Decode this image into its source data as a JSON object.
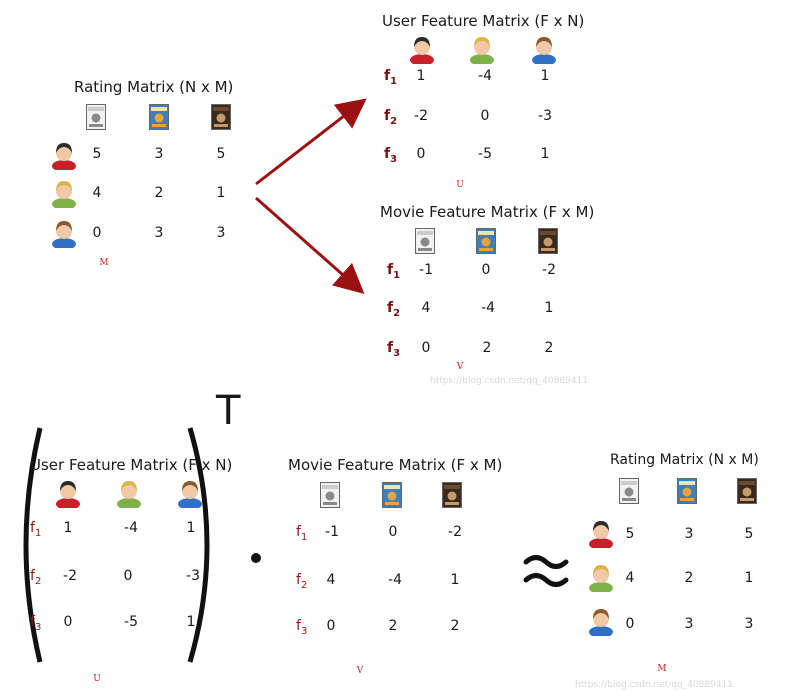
{
  "colors": {
    "arrow": "#9b1111",
    "flabel": "#7a1010",
    "tag": "#cc2222"
  },
  "users": [
    "user-female-icon",
    "user-blonde-icon",
    "user-male-icon"
  ],
  "movies": [
    "movie-poster-1-icon",
    "movie-poster-2-icon",
    "movie-poster-3-icon"
  ],
  "top": {
    "rating": {
      "title": "Rating Matrix (N x M)",
      "tag": "M",
      "rows": [
        [
          "5",
          "3",
          "5"
        ],
        [
          "4",
          "2",
          "1"
        ],
        [
          "0",
          "3",
          "3"
        ]
      ]
    },
    "user_features": {
      "title": "User Feature Matrix (F x N)",
      "tag": "U",
      "rows": [
        [
          "1",
          "-4",
          "1"
        ],
        [
          "-2",
          "0",
          "-3"
        ],
        [
          "0",
          "-5",
          "1"
        ]
      ]
    },
    "movie_features": {
      "title": "Movie Feature Matrix (F x M)",
      "tag": "V",
      "rows": [
        [
          "-1",
          "0",
          "-2"
        ],
        [
          "4",
          "-4",
          "1"
        ],
        [
          "0",
          "2",
          "2"
        ]
      ]
    }
  },
  "bottom": {
    "user_features": {
      "title": "User Feature Matrix (F x N)",
      "tag": "U",
      "transpose": "T",
      "rows": [
        [
          "1",
          "-4",
          "1"
        ],
        [
          "-2",
          "0",
          "-3"
        ],
        [
          "0",
          "-5",
          "1"
        ]
      ]
    },
    "dot": "•",
    "movie_features": {
      "title": "Movie Feature Matrix (F x M)",
      "tag": "V",
      "rows": [
        [
          "-1",
          "0",
          "-2"
        ],
        [
          "4",
          "-4",
          "1"
        ],
        [
          "0",
          "2",
          "2"
        ]
      ]
    },
    "approx": "≈",
    "rating": {
      "title": "Rating Matrix (N x M)",
      "tag": "M",
      "rows": [
        [
          "5",
          "3",
          "5"
        ],
        [
          "4",
          "2",
          "1"
        ],
        [
          "0",
          "3",
          "3"
        ]
      ]
    }
  },
  "feature_labels": [
    "f",
    "f",
    "f"
  ],
  "feature_subscripts": [
    "1",
    "2",
    "3"
  ],
  "watermarks": [
    "https://blog.csdn.net/qq_40889411",
    "https://blog.csdn.net/qq_40889411"
  ]
}
